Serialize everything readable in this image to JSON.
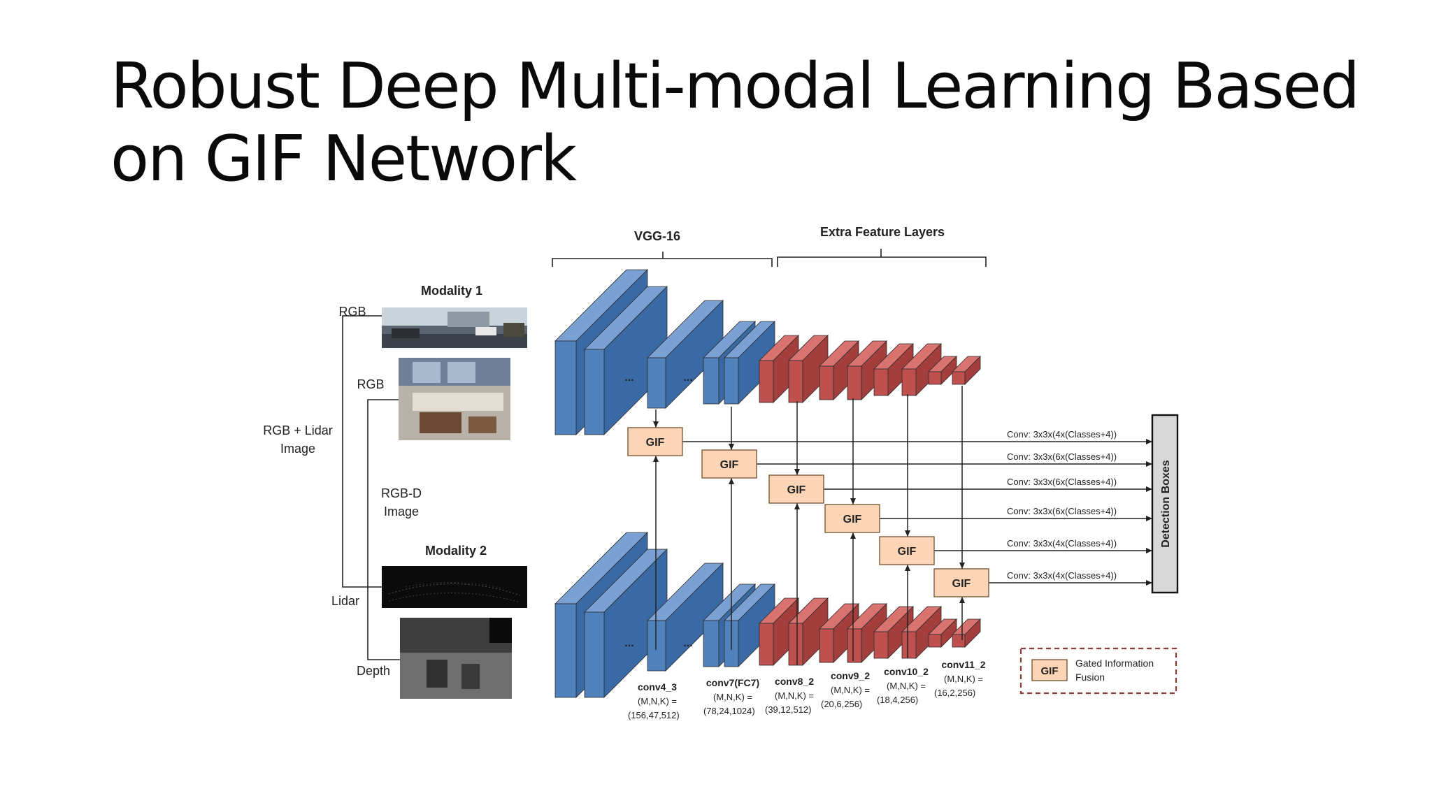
{
  "slide": {
    "title_line1": "Robust Deep Multi-modal Learning Based",
    "title_line2": "on GIF Network"
  },
  "diagram": {
    "brackets": {
      "vgg": "VGG-16",
      "extra": "Extra Feature Layers"
    },
    "modality1": "Modality 1",
    "modality2": "Modality 2",
    "left_labels": {
      "rgb_top": "RGB",
      "rgb_mid": "RGB",
      "rgb_lidar_line1": "RGB + Lidar",
      "rgb_lidar_line2": "Image",
      "rgbd_line1": "RGB-D",
      "rgbd_line2": "Image",
      "lidar": "Lidar",
      "depth": "Depth"
    },
    "ellipsis": "...",
    "gif_label": "GIF",
    "conv_outputs": [
      "Conv: 3x3x(4x(Classes+4))",
      "Conv: 3x3x(6x(Classes+4))",
      "Conv: 3x3x(6x(Classes+4))",
      "Conv: 3x3x(6x(Classes+4))",
      "Conv: 3x3x(4x(Classes+4))",
      "Conv: 3x3x(4x(Classes+4))"
    ],
    "detection_boxes": "Detection Boxes",
    "layers": [
      {
        "name": "conv4_3",
        "mnk_label": "(M,N,K) =",
        "mnk": "(156,47,512)"
      },
      {
        "name": "conv7(FC7)",
        "mnk_label": "(M,N,K) =",
        "mnk": "(78,24,1024)"
      },
      {
        "name": "conv8_2",
        "mnk_label": "(M,N,K) =",
        "mnk": "(39,12,512)"
      },
      {
        "name": "conv9_2",
        "mnk_label": "(M,N,K) =",
        "mnk": "(20,6,256)"
      },
      {
        "name": "conv10_2",
        "mnk_label": "(M,N,K) =",
        "mnk": "(18,4,256)"
      },
      {
        "name": "conv11_2",
        "mnk_label": "(M,N,K) =",
        "mnk": "(16,2,256)"
      }
    ],
    "legend": {
      "box": "GIF",
      "text_line1": "Gated Information",
      "text_line2": "Fusion"
    },
    "colors": {
      "vgg_front": "#4f81bd",
      "vgg_top": "#7aa0d4",
      "vgg_side": "#3a6aa5",
      "extra_front": "#c0504d",
      "extra_top": "#d9736f",
      "extra_side": "#a23f3c",
      "gif_fill": "#fbd5b5",
      "gif_stroke": "#7a5a3a",
      "legend_border": "#8b3a3a"
    }
  }
}
